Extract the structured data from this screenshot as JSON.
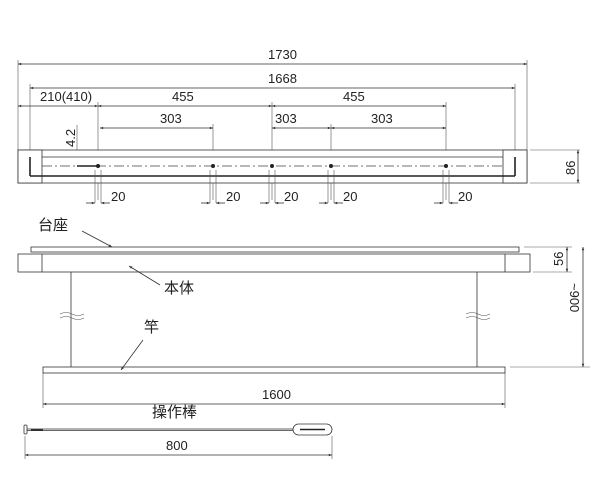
{
  "top_view": {
    "overall_width": "1730",
    "body_width": "1668",
    "end_offset": "210(410)",
    "spacing_a1": "455",
    "spacing_a2": "455",
    "spacing_b1": "303",
    "spacing_b2": "303",
    "spacing_b3": "303",
    "thickness": "4.2",
    "hole_width_1": "20",
    "hole_width_2": "20",
    "hole_width_3": "20",
    "hole_width_4": "20",
    "hole_width_5": "20",
    "depth": "86"
  },
  "side_view": {
    "label_base": "台座",
    "label_body": "本体",
    "label_pole": "竿",
    "body_height": "56",
    "drop_length": "~900",
    "pole_length": "1600"
  },
  "rod_view": {
    "label_rod": "操作棒",
    "rod_length": "800"
  }
}
